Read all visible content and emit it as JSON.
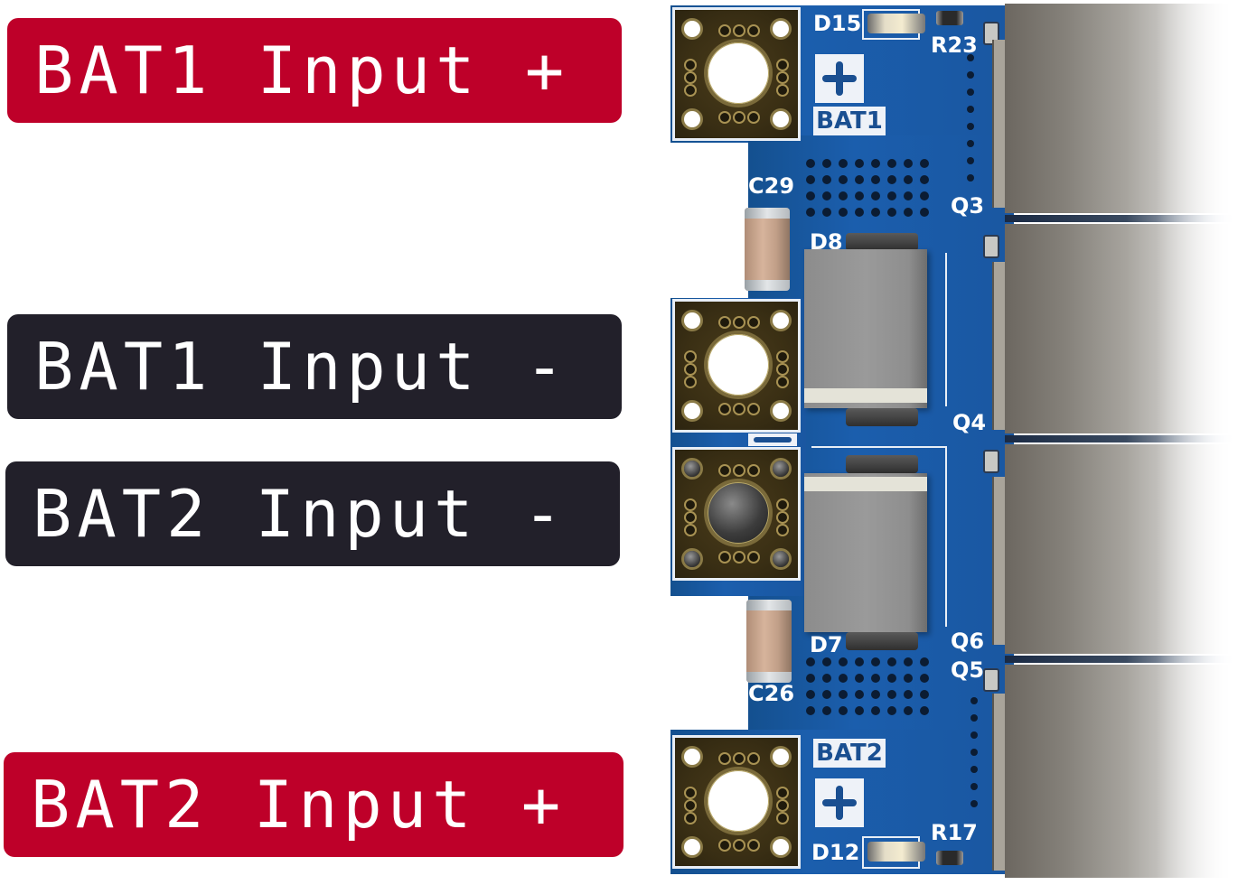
{
  "labels": [
    {
      "id": "bat1-pos",
      "text": "BAT1 Input +",
      "polarity": "positive",
      "color": "#be0029"
    },
    {
      "id": "bat1-neg",
      "text": "BAT1 Input -",
      "polarity": "negative",
      "color": "#22202a"
    },
    {
      "id": "bat2-neg",
      "text": "BAT2 Input -",
      "polarity": "negative",
      "color": "#22202a"
    },
    {
      "id": "bat2-pos",
      "text": "BAT2 Input +",
      "polarity": "positive",
      "color": "#be0029"
    }
  ],
  "pcb": {
    "board_color": "#1a5aa8",
    "silkscreen": {
      "bat1": "BAT1",
      "bat2": "BAT2",
      "d15": "D15",
      "r23": "R23",
      "c29": "C29",
      "q3": "Q3",
      "d8": "D8",
      "q4": "Q4",
      "d7": "D7",
      "q6": "Q6",
      "q5": "Q5",
      "c26": "C26",
      "d12": "D12",
      "r17": "R17"
    },
    "terminals": [
      {
        "name": "BAT1+",
        "state": "open-hole"
      },
      {
        "name": "BAT1-",
        "state": "open-hole"
      },
      {
        "name": "BAT2-",
        "state": "filled"
      },
      {
        "name": "BAT2+",
        "state": "open-hole"
      }
    ]
  }
}
